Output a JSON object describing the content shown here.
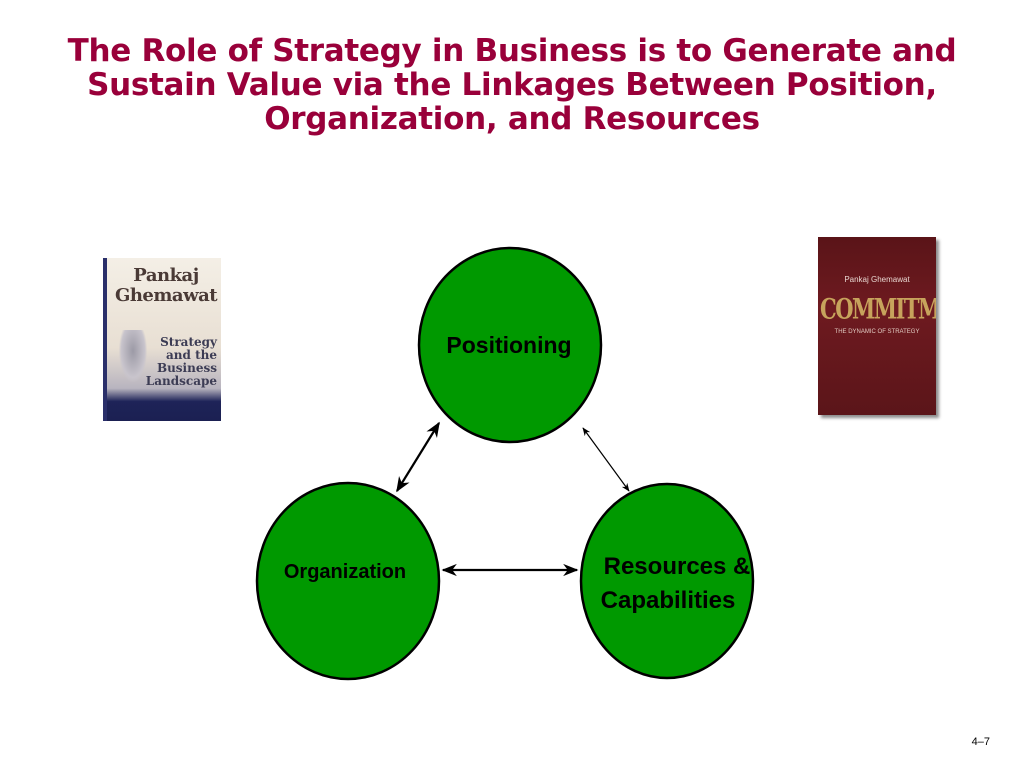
{
  "slide": {
    "title_lines": [
      "The Role of Strategy in Business is to Generate and",
      "Sustain Value via the Linkages Between Position,",
      "Organization, and Resources"
    ],
    "page_number": "4–7"
  },
  "diagram": {
    "nodes": {
      "positioning": {
        "label": "Positioning"
      },
      "organization": {
        "label": "Organization"
      },
      "resources": {
        "label_line1": "Resources &",
        "label_line2": "Capabilities"
      }
    },
    "edges": [
      {
        "from": "positioning",
        "to": "organization",
        "directed": "both"
      },
      {
        "from": "positioning",
        "to": "resources",
        "directed": "both"
      },
      {
        "from": "organization",
        "to": "resources",
        "directed": "both"
      }
    ],
    "node_color": "#009900",
    "outline_color": "#000000"
  },
  "books": {
    "left": {
      "author": "Pankaj Ghemawat",
      "title": "Strategy and the Business Landscape"
    },
    "right": {
      "author": "Pankaj Ghemawat",
      "title": "COMMITMENT",
      "subtitle": "THE DYNAMIC OF STRATEGY"
    }
  },
  "colors": {
    "title": "#99003a"
  }
}
